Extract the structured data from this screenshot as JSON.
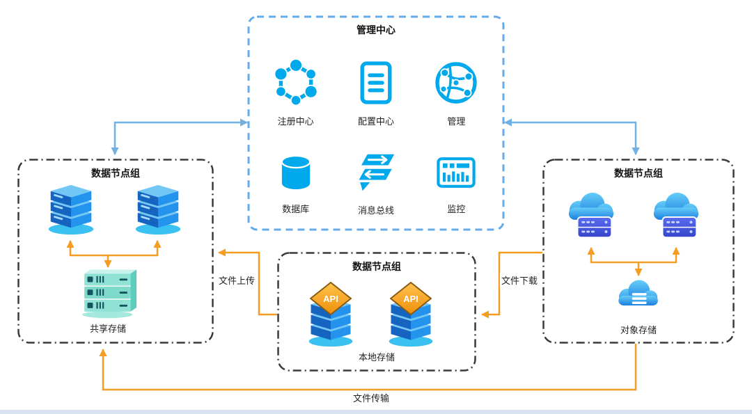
{
  "diagram": {
    "management_center": {
      "title": "管理中心",
      "items": [
        {
          "name": "registry",
          "label": "注册中心"
        },
        {
          "name": "config",
          "label": "配置中心"
        },
        {
          "name": "manage",
          "label": "管理"
        },
        {
          "name": "database",
          "label": "数据库"
        },
        {
          "name": "message_bus",
          "label": "消息总线"
        },
        {
          "name": "monitor",
          "label": "监控"
        }
      ]
    },
    "left_group": {
      "title": "数据节点组",
      "storage_label": "共享存储"
    },
    "center_group": {
      "title": "数据节点组",
      "api_label": "API",
      "storage_label": "本地存储"
    },
    "right_group": {
      "title": "数据节点组",
      "storage_label": "对象存储"
    },
    "edge_labels": {
      "upload": "文件上传",
      "download": "文件下载",
      "transfer": "文件传输"
    },
    "colors": {
      "icon_cyan": "#00a8ec",
      "arrow_orange": "#f59d22",
      "link_blue": "#6fb1e4",
      "group_border": "#3a3a3a",
      "management_border": "#66abe9"
    }
  }
}
